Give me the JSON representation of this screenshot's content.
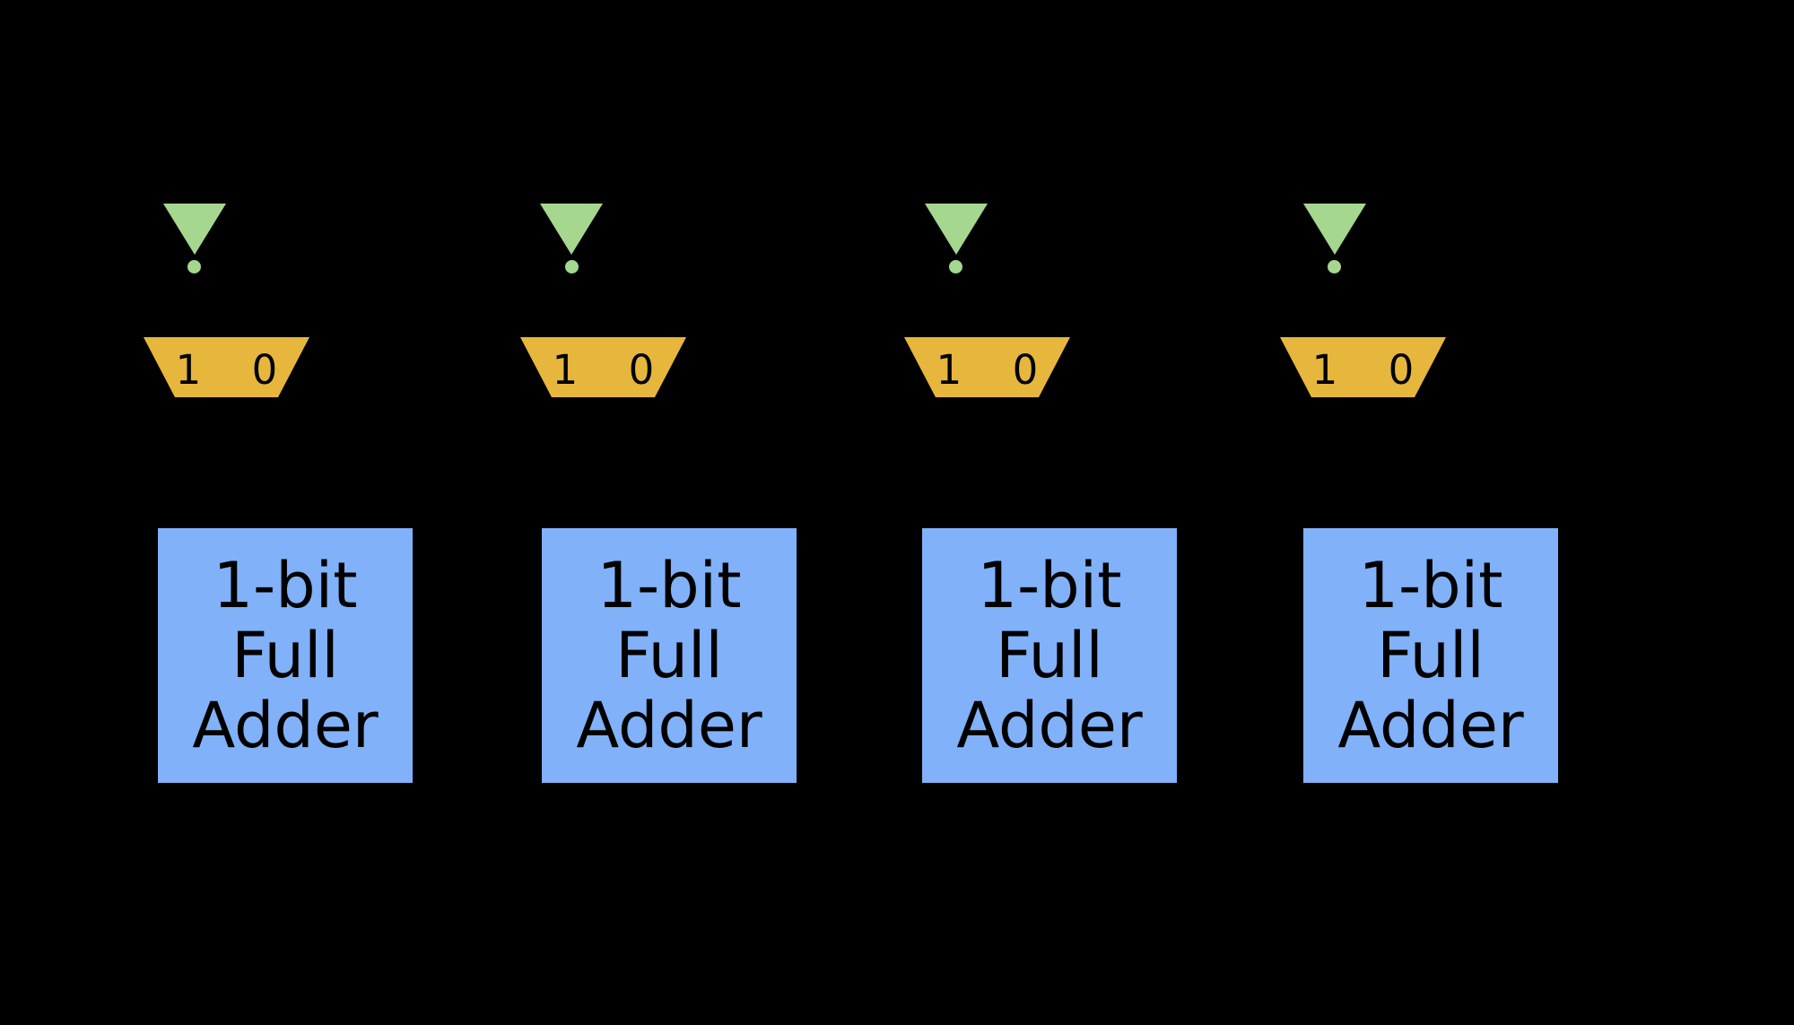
{
  "colors": {
    "background": "#000000",
    "inverter_green": "#A6D78F",
    "mux_gold": "#E6B73C",
    "adder_blue": "#81B1F8",
    "text": "#000000"
  },
  "stages": [
    {
      "inverter_icon": "not-gate",
      "mux": {
        "one": "1",
        "zero": "0"
      },
      "adder": {
        "line1": "1-bit",
        "line2": "Full",
        "line3": "Adder"
      }
    },
    {
      "inverter_icon": "not-gate",
      "mux": {
        "one": "1",
        "zero": "0"
      },
      "adder": {
        "line1": "1-bit",
        "line2": "Full",
        "line3": "Adder"
      }
    },
    {
      "inverter_icon": "not-gate",
      "mux": {
        "one": "1",
        "zero": "0"
      },
      "adder": {
        "line1": "1-bit",
        "line2": "Full",
        "line3": "Adder"
      }
    },
    {
      "inverter_icon": "not-gate",
      "mux": {
        "one": "1",
        "zero": "0"
      },
      "adder": {
        "line1": "1-bit",
        "line2": "Full",
        "line3": "Adder"
      }
    }
  ]
}
